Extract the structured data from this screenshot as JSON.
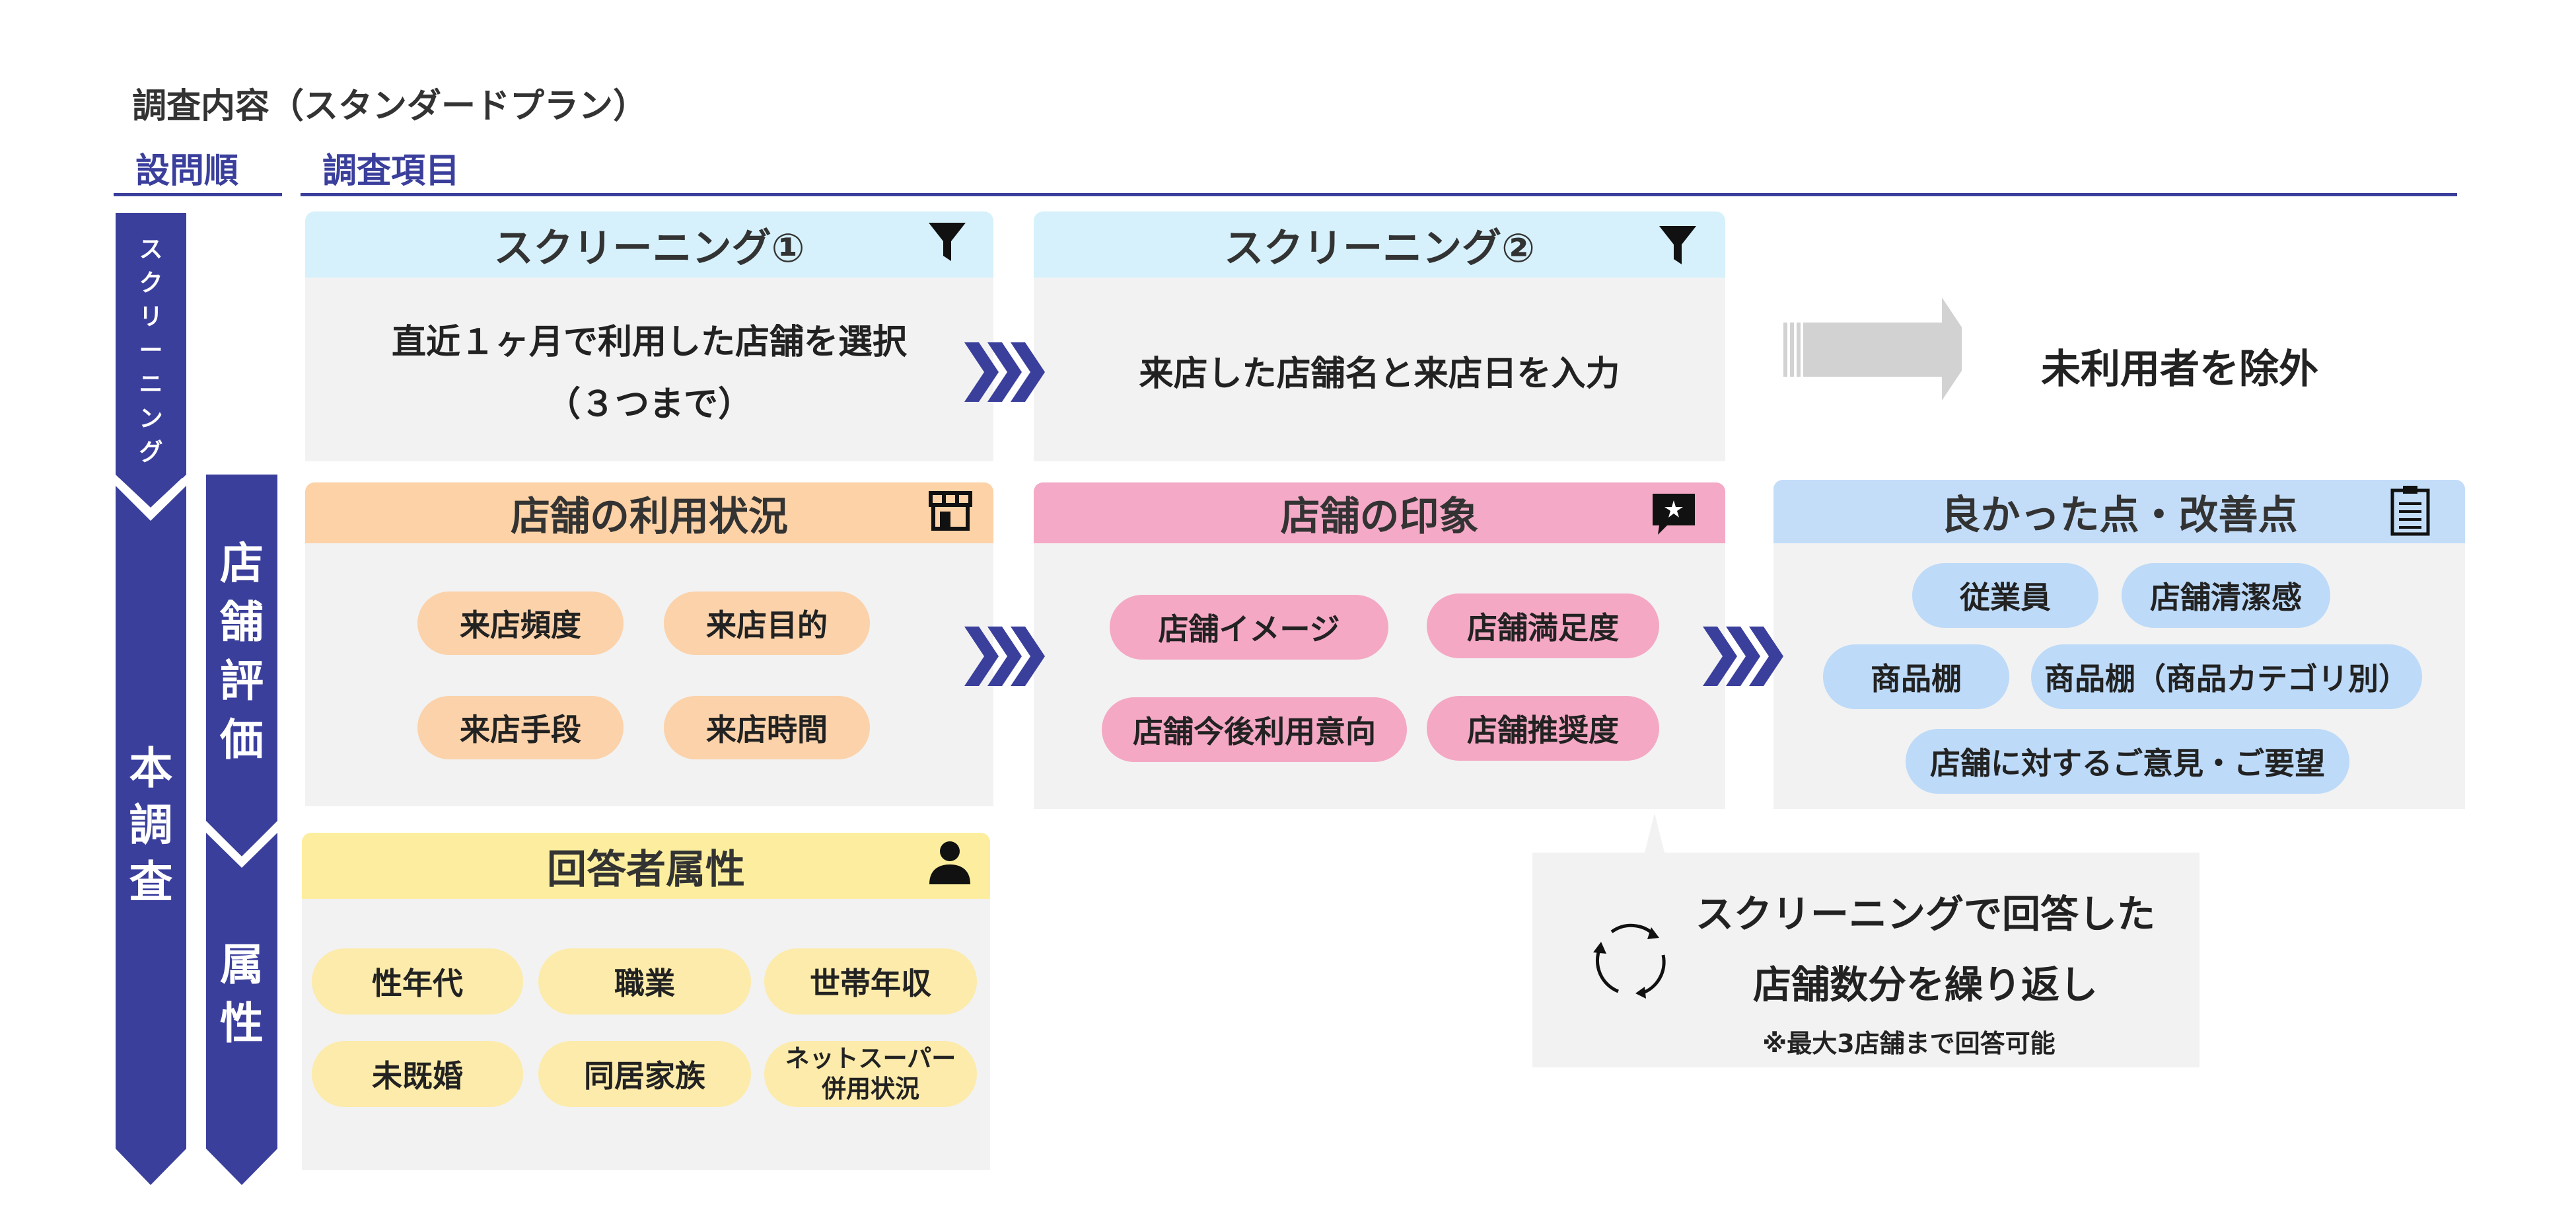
{
  "title": "調査内容（スタンダードプラン）",
  "column_headers": {
    "question_order": "設問順",
    "survey_items": "調査項目"
  },
  "side_labels": {
    "screening": [
      "ス",
      "ク",
      "リ",
      "ー",
      "ニ",
      "ン",
      "グ"
    ],
    "main_survey": [
      "本",
      "調",
      "査"
    ],
    "store_eval": [
      "店",
      "舗",
      "評",
      "価"
    ],
    "attributes": [
      "属",
      "性"
    ]
  },
  "screening1": {
    "title": "スクリーニング①",
    "line1": "直近１ヶ月で利用した店舗を選択",
    "line2": "（３つまで）",
    "icon": "filter-icon"
  },
  "screening2": {
    "title": "スクリーニング②",
    "text": "来店した店舗名と来店日を入力",
    "icon": "filter-icon"
  },
  "exclusion": {
    "text": "未利用者を除外"
  },
  "store_usage": {
    "title": "店舗の利用状況",
    "icon": "storefront-icon",
    "items": [
      "来店頻度",
      "来店目的",
      "来店手段",
      "来店時間"
    ]
  },
  "store_impression": {
    "title": "店舗の印象",
    "icon": "rating-bubble-icon",
    "items": [
      "店舗イメージ",
      "店舗満足度",
      "店舗今後利用意向",
      "店舗推奨度"
    ]
  },
  "good_points": {
    "title": "良かった点・改善点",
    "icon": "clipboard-icon",
    "items": [
      "従業員",
      "店舗清潔感",
      "商品棚",
      "商品棚（商品カテゴリ別）",
      "店舗に対するご意見・ご要望"
    ]
  },
  "respondent": {
    "title": "回答者属性",
    "icon": "person-icon",
    "items": [
      "性年代",
      "職業",
      "世帯年収",
      "未既婚",
      "同居家族",
      "ネットスーパー",
      "併用状況"
    ]
  },
  "repeat_note": {
    "line1": "スクリーニングで回答した",
    "line2": "店舗数分を繰り返し",
    "small": "※最大3店舗まで回答可能",
    "icon": "cycle-icon"
  },
  "colors": {
    "navy": "#3b3f9c",
    "screening_header": "#d6f1fb",
    "usage_header": "#fcd2a6",
    "impression_header": "#f4a9c6",
    "good_header": "#c3ddf9",
    "respondent_header": "#fcee9e",
    "body_grey": "#f2f2f2"
  }
}
